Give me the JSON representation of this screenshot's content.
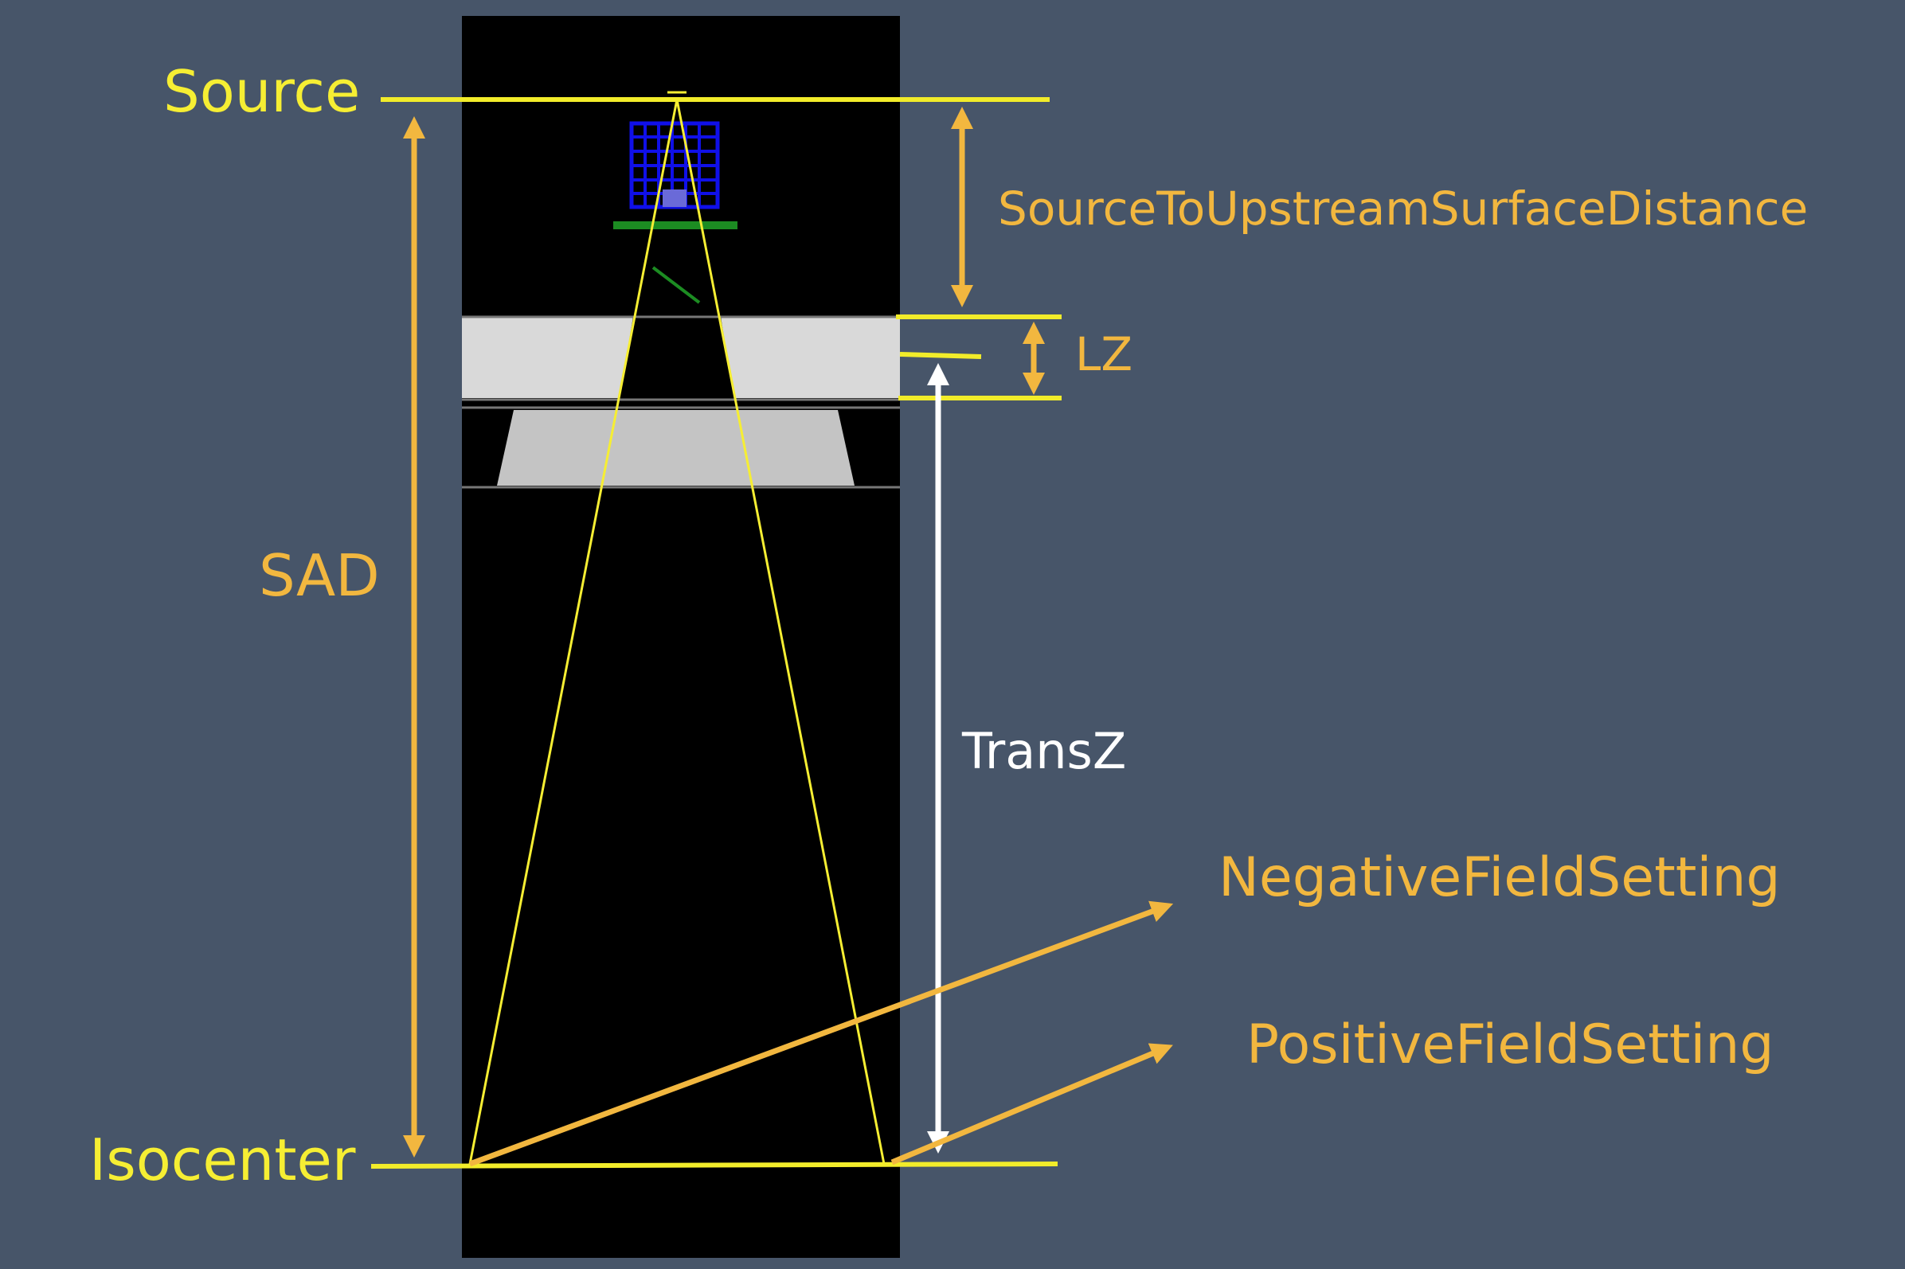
{
  "colors": {
    "background": "#475569",
    "panel": "#000000",
    "yellow_line": "#f2ec2a",
    "orange": "#f2b73f",
    "yellow_text": "#f6ee33",
    "white": "#ffffff",
    "blue_component": "#1010e8",
    "green_component": "#1c8c22",
    "slab_light": "#d9d9d9",
    "slab_mid": "#c4c4c4"
  },
  "labels": {
    "source": "Source",
    "isocenter": "Isocenter",
    "sad": "SAD",
    "source_to_upstream": "SourceToUpstreamSurfaceDistance",
    "lz": "LZ",
    "transz": "TransZ",
    "negative_field": "NegativeFieldSetting",
    "positive_field": "PositiveFieldSetting"
  },
  "icons": {
    "double_arrow": "double-headed-arrow-icon",
    "single_arrow": "arrow-icon"
  }
}
